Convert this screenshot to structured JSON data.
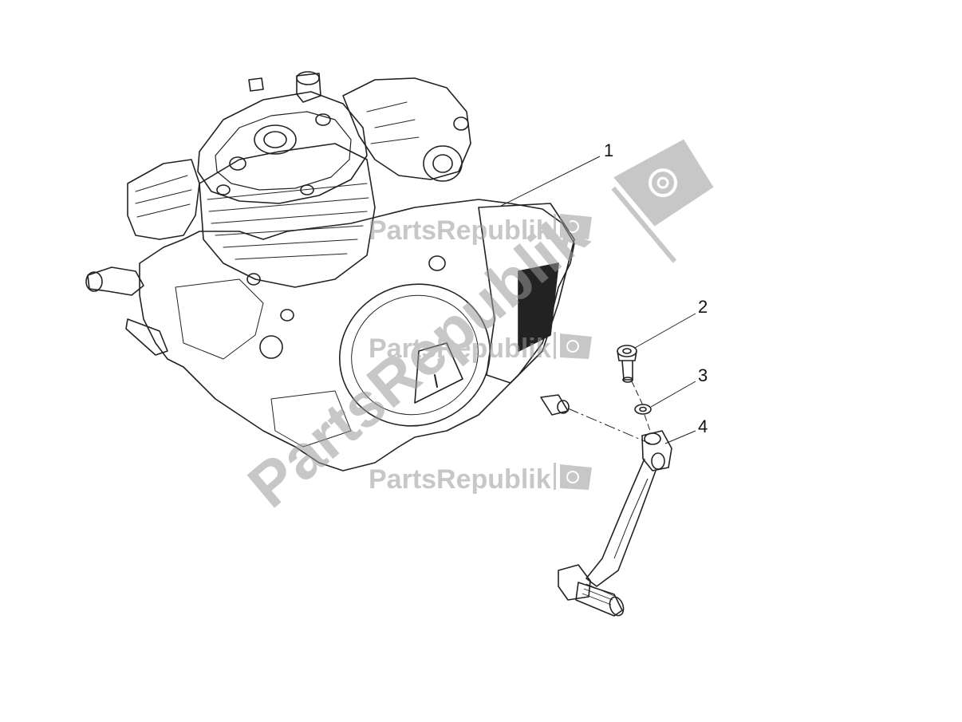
{
  "callouts": [
    {
      "id": "1",
      "label": "1"
    },
    {
      "id": "2",
      "label": "2"
    },
    {
      "id": "3",
      "label": "3"
    },
    {
      "id": "4",
      "label": "4"
    }
  ],
  "watermark": {
    "brand": "PartsRepublik",
    "icon": "gear-flag-icon"
  },
  "colors": {
    "line": "#222222",
    "watermark": "#9a9a9a"
  }
}
